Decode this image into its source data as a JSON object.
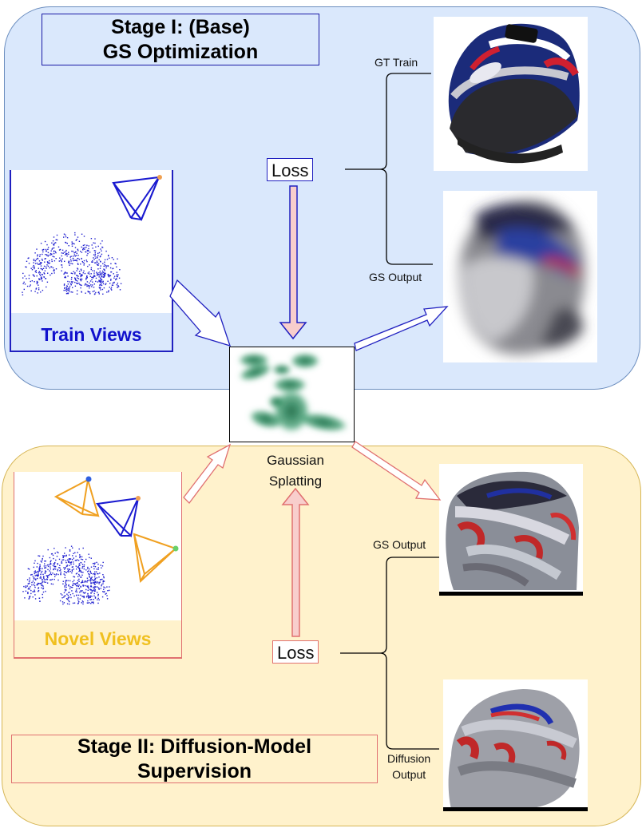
{
  "stage1": {
    "title_line1": "Stage I: (Base)",
    "title_line2": "GS Optimization"
  },
  "stage2": {
    "title_line1": "Stage II: Diffusion-Model",
    "title_line2": "Supervision"
  },
  "train_views": {
    "label": "Train Views"
  },
  "novel_views": {
    "label": "Novel Views"
  },
  "loss_top": "Loss",
  "loss_bottom": "Loss",
  "gaussian": {
    "line1": "Gaussian",
    "line2": "Splatting"
  },
  "stage1_outputs": {
    "gt_train": "GT Train",
    "gs_output": "GS Output"
  },
  "stage2_outputs": {
    "gs_output": "GS Output",
    "diffusion_line1": "Diffusion",
    "diffusion_line2": "Output"
  },
  "colors": {
    "stage1_fill": "#dae8fc",
    "stage2_fill": "#fff2cc",
    "train_blue": "#1010cc",
    "novel_yellow": "#f0c020",
    "arrow_blue": "#2020c0",
    "arrow_red": "#e07070",
    "loss_arrow_fill": "#f8cecc",
    "gaussian_green": "#1a7a4a"
  },
  "icons": {
    "camera": "camera-frustum-icon",
    "helmet": "helmet-image"
  }
}
